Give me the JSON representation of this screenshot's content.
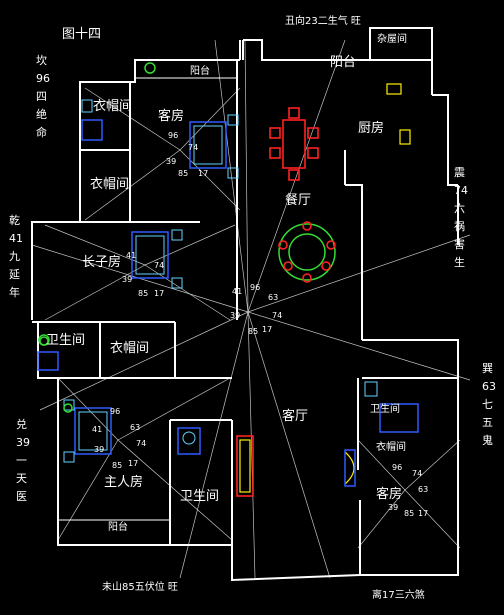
{
  "figure_label": "图十四",
  "top_direction": "丑向23二生气 旺",
  "bottom_direction": "未山85五伏位 旺",
  "bottom_right_direction": "离17三六煞",
  "side_labels": {
    "left_top": [
      "坎",
      "96",
      "四",
      "绝",
      "命"
    ],
    "left_mid": [
      "乾",
      "41",
      "九",
      "延",
      "年"
    ],
    "left_bottom": [
      "兑",
      "39",
      "一",
      "天",
      "医"
    ],
    "right_top": [
      "震",
      "74",
      "六",
      "祸",
      "害",
      "生"
    ],
    "right_bottom": [
      "巽",
      "63",
      "七",
      "五",
      "鬼"
    ]
  },
  "rooms": {
    "laundry": "杂屋间",
    "balcony_top_right": "阳台",
    "balcony_top_left": "阳台",
    "kitchen": "厨房",
    "guest_room": "客房",
    "closet_1": "衣帽间",
    "closet_2": "衣帽间",
    "dining": "餐厅",
    "eldest_son_room": "长子房",
    "bath_left": "卫生间",
    "closet_mid": "衣帽间",
    "living": "客厅",
    "master_room": "主人房",
    "bath_mid": "卫生间",
    "balcony_bottom": "阳台",
    "closet_right": "衣帽间",
    "bath_right": "卫生间",
    "bedroom_right": "客房"
  },
  "compass_numbers": {
    "center": [
      "41",
      "96",
      "63",
      "74",
      "39",
      "85",
      "17"
    ],
    "guest": [
      "96",
      "74",
      "39",
      "85",
      "17"
    ],
    "son": [
      "41",
      "74",
      "39",
      "85",
      "17"
    ],
    "master": [
      "41",
      "96",
      "63",
      "74",
      "39",
      "85",
      "17"
    ],
    "right": [
      "96",
      "74",
      "63",
      "39",
      "85",
      "17"
    ]
  }
}
